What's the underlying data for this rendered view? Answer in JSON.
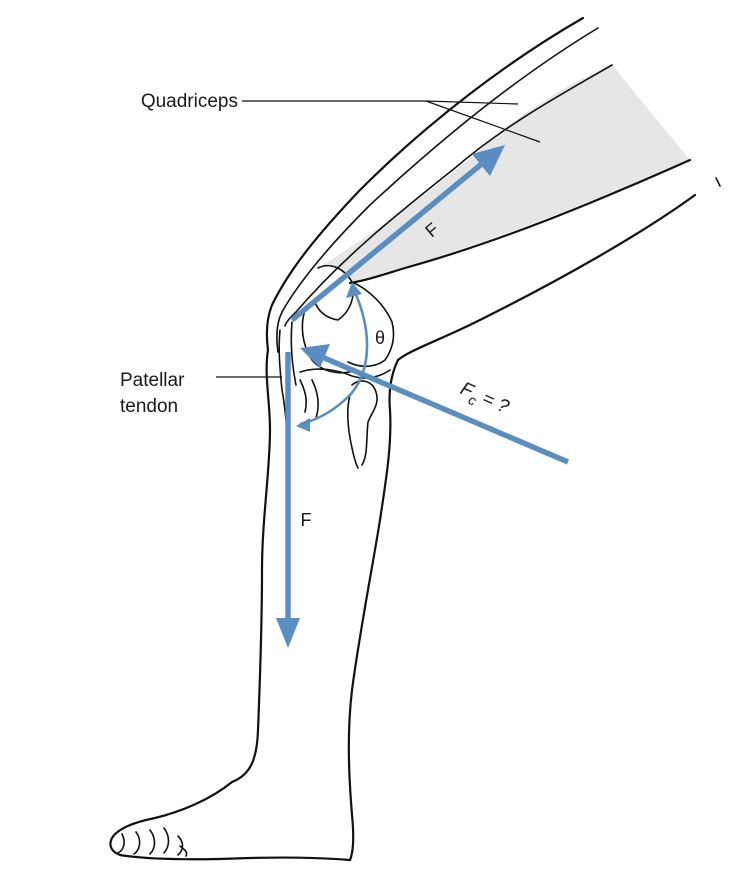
{
  "labels": {
    "quadriceps": "Quadriceps",
    "patellar_line1": "Patellar",
    "patellar_line2": "tendon",
    "force_thigh": "F",
    "force_shin": "F",
    "angle": "θ",
    "contact_force_symbol": "F",
    "contact_force_sub": "c",
    "contact_force_rest": " = ?"
  },
  "colors": {
    "vector": "#5b8ec0",
    "outline": "#111111",
    "muscle_fill": "#e6e6e6"
  }
}
